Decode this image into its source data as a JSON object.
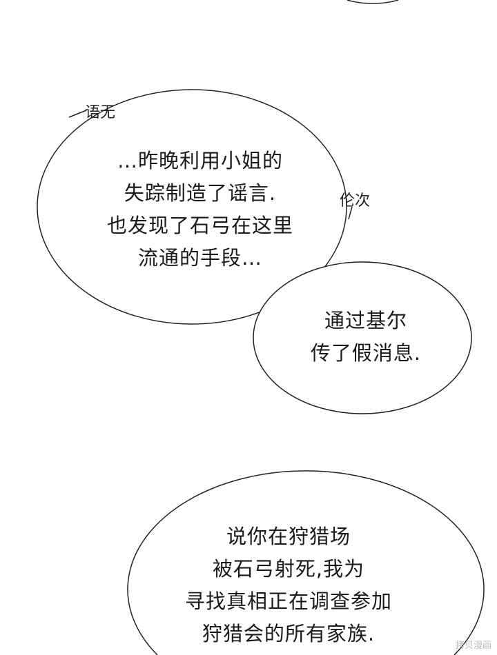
{
  "bubbles": [
    {
      "lines": [
        "…昨晚利用小姐的",
        "失踪制造了谣言.",
        "也发现了石弓在这里",
        "流通的手段…"
      ]
    },
    {
      "lines": [
        "通过基尔",
        "传了假消息."
      ]
    },
    {
      "lines": [
        "说你在狩猎场",
        "被石弓射死,我为",
        "寻找真相正在调查参加",
        "狩猎会的所有家族."
      ]
    }
  ],
  "sfx": [
    "语无",
    "伦次"
  ],
  "watermark": "拷贝漫画"
}
